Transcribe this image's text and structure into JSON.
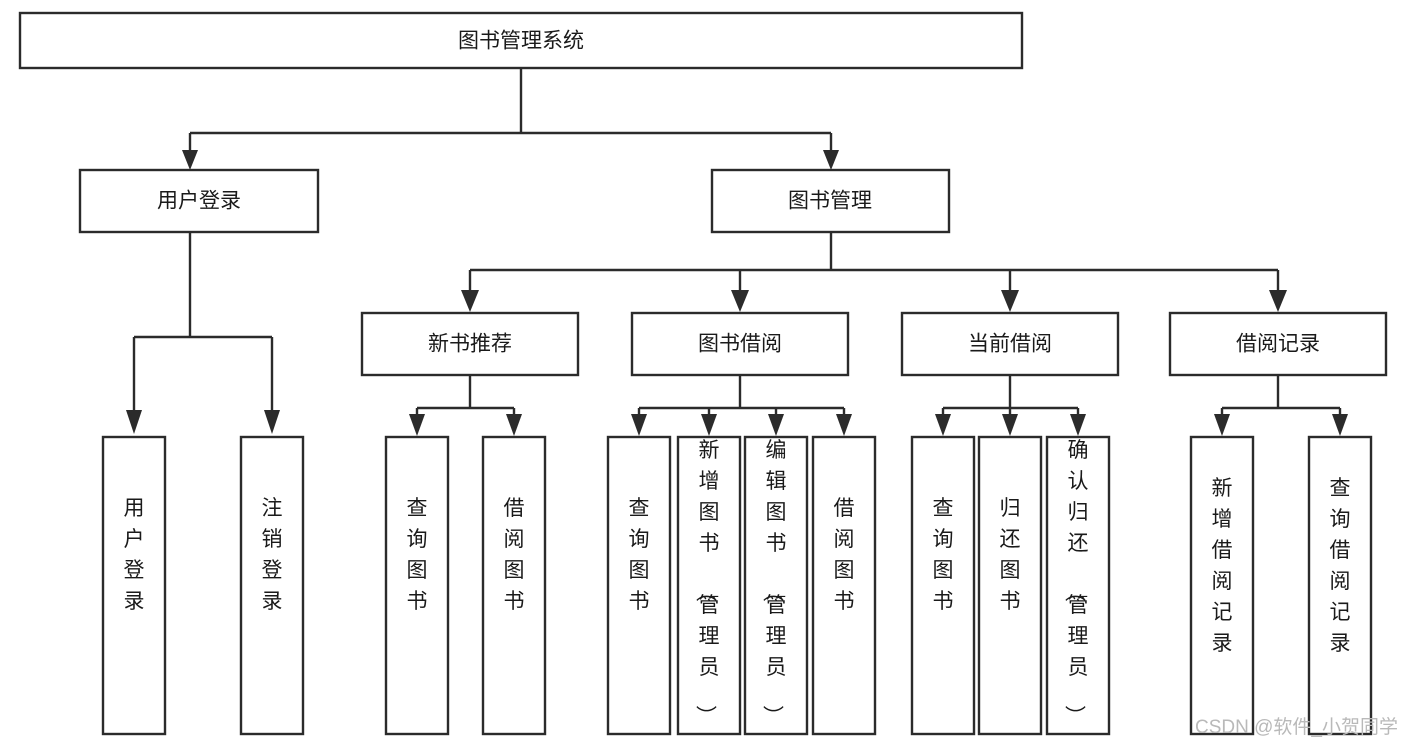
{
  "diagram": {
    "type": "hierarchy-tree",
    "title": "图书管理系统",
    "root": {
      "id": "root",
      "label": "图书管理系统",
      "orientation": "horizontal"
    },
    "level2": [
      {
        "id": "user-login",
        "label": "用户登录",
        "orientation": "horizontal"
      },
      {
        "id": "book-manage",
        "label": "图书管理",
        "orientation": "horizontal"
      }
    ],
    "level3": [
      {
        "id": "new-book-recommend",
        "label": "新书推荐",
        "orientation": "horizontal",
        "parent": "book-manage"
      },
      {
        "id": "book-borrow",
        "label": "图书借阅",
        "orientation": "horizontal",
        "parent": "book-manage"
      },
      {
        "id": "current-borrow",
        "label": "当前借阅",
        "orientation": "horizontal",
        "parent": "book-manage"
      },
      {
        "id": "borrow-record",
        "label": "借阅记录",
        "orientation": "horizontal",
        "parent": "book-manage"
      }
    ],
    "leaves": [
      {
        "id": "leaf-user-login",
        "label": "用户登录",
        "orientation": "vertical",
        "parent": "user-login"
      },
      {
        "id": "leaf-logout-login",
        "label": "注销登录",
        "orientation": "vertical",
        "parent": "user-login"
      },
      {
        "id": "leaf-query-book-1",
        "label": "查询图书",
        "orientation": "vertical",
        "parent": "new-book-recommend"
      },
      {
        "id": "leaf-borrow-book-1",
        "label": "借阅图书",
        "orientation": "vertical",
        "parent": "new-book-recommend"
      },
      {
        "id": "leaf-query-book-2",
        "label": "查询图书",
        "orientation": "vertical",
        "parent": "book-borrow"
      },
      {
        "id": "leaf-add-book",
        "label": "新增图书（管理员）",
        "orientation": "vertical",
        "parent": "book-borrow"
      },
      {
        "id": "leaf-edit-book",
        "label": "编辑图书（管理员）",
        "orientation": "vertical",
        "parent": "book-borrow"
      },
      {
        "id": "leaf-borrow-book-2",
        "label": "借阅图书",
        "orientation": "vertical",
        "parent": "book-borrow"
      },
      {
        "id": "leaf-query-book-3",
        "label": "查询图书",
        "orientation": "vertical",
        "parent": "current-borrow"
      },
      {
        "id": "leaf-return-book",
        "label": "归还图书",
        "orientation": "vertical",
        "parent": "current-borrow"
      },
      {
        "id": "leaf-confirm-return",
        "label": "确认归还（管理员）",
        "orientation": "vertical",
        "parent": "current-borrow"
      },
      {
        "id": "leaf-add-record",
        "label": "新增借阅记录",
        "orientation": "vertical",
        "parent": "borrow-record"
      },
      {
        "id": "leaf-query-record",
        "label": "查询借阅记录",
        "orientation": "vertical",
        "parent": "borrow-record"
      }
    ],
    "colors": {
      "box_fill": "#ffffff",
      "box_stroke": "#2b2b2b",
      "text": "#1a1a1a",
      "background": "#ffffff",
      "watermark": "#b9b9b9"
    }
  },
  "watermark": {
    "text": "CSDN @软件_小贺同学"
  }
}
